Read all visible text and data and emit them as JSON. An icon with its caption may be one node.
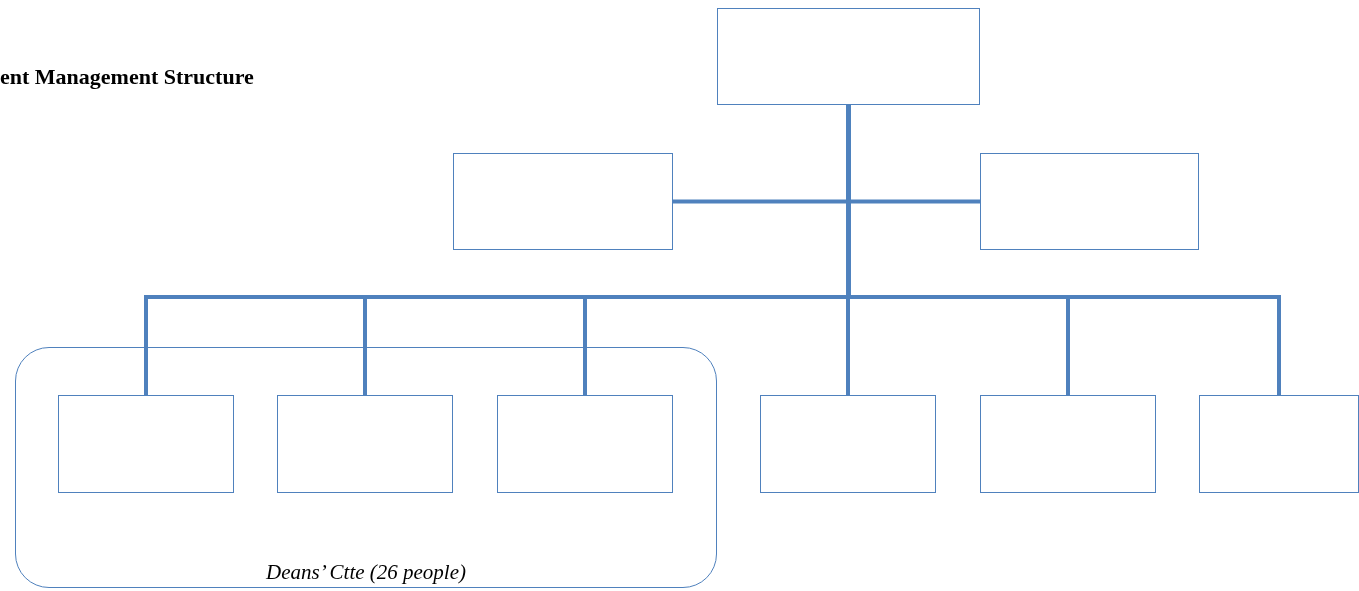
{
  "diagram": {
    "title": "ent Management Structure",
    "nodes": [
      {
        "text": [],
        "shape": "box"
      },
      {
        "text": [],
        "shape": "box"
      },
      {
        "text": [],
        "shape": "box"
      },
      {
        "text": [
          "Deans’ Ctte (26 people)"
        ]
      },
      {
        "text": [],
        "shape": "box",
        "in": 3
      },
      {
        "text": [],
        "shape": "box",
        "in": 3
      },
      {
        "text": [],
        "shape": "box",
        "in": 3
      },
      {
        "text": [],
        "shape": "box"
      },
      {
        "text": [],
        "shape": "box"
      },
      {
        "text": [],
        "shape": "box"
      }
    ],
    "edges": [
      {
        "from": 0,
        "to": 1,
        "arrow": "none"
      },
      {
        "from": 0,
        "to": 2,
        "arrow": "none"
      },
      {
        "from": 0,
        "to": 4,
        "arrow": "none"
      },
      {
        "from": 0,
        "to": 5,
        "arrow": "none"
      },
      {
        "from": 0,
        "to": 6,
        "arrow": "none"
      },
      {
        "from": 0,
        "to": 7,
        "arrow": "none"
      },
      {
        "from": 0,
        "to": 8,
        "arrow": "none"
      },
      {
        "from": 0,
        "to": 9,
        "arrow": "none"
      }
    ]
  }
}
